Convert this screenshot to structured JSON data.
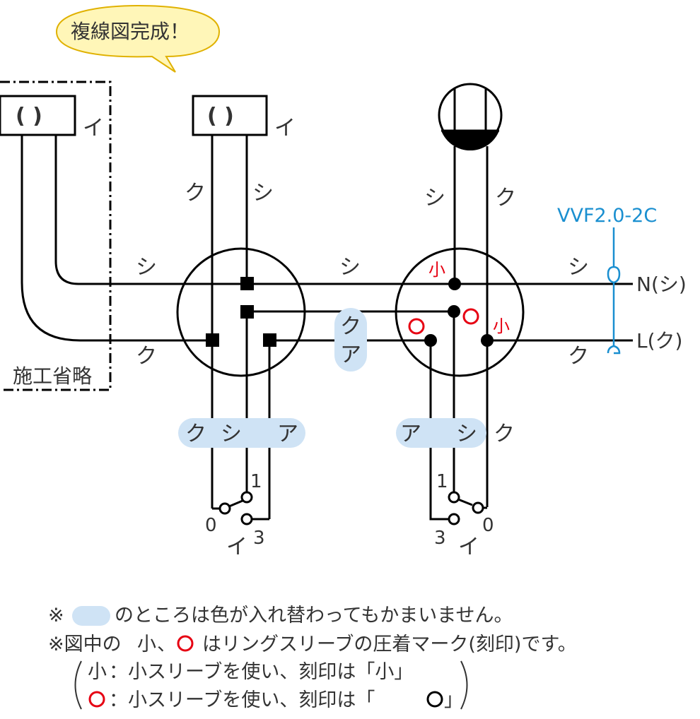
{
  "bubble": {
    "text": "複線図完成！",
    "fill": "#fff6b8",
    "stroke": "#e0b100"
  },
  "omitted_label": "施工省略",
  "lamp_left": {
    "text": "(   )",
    "id_label": "イ"
  },
  "lamp_center": {
    "text": "(   )",
    "id_label": "イ"
  },
  "wire_colors": {
    "ku_left_top": "ク",
    "shi_left_top": "シ",
    "shi_outlet": "シ",
    "ku_outlet": "ク",
    "shi_left": "シ",
    "ku_left": "ク",
    "shi_middle": "シ",
    "ku_middle_top": "ク",
    "a_middle": "ア",
    "shi_right": "シ",
    "ku_right": "ク",
    "box1_down": [
      "ク",
      "シ",
      "ア"
    ],
    "box2_down": [
      "ア",
      "シ",
      "ク"
    ]
  },
  "cable_label": "VVF2.0-2C",
  "terminal_n": "N(シ)",
  "terminal_l": "L(ク)",
  "sleeve_small": "小",
  "switch1": {
    "t1": "1",
    "t0": "0",
    "t3": "3",
    "id": "イ"
  },
  "switch2": {
    "t1": "1",
    "t0": "0",
    "t3": "3",
    "id": "イ"
  },
  "notes": {
    "line1_pre": "※",
    "line1_post": "のところは色が入れ替わってもかまいません。",
    "line2_pre": "※図中の",
    "line2_small": "小",
    "line2_sep": "、",
    "line2_post": "はリングスリーブの圧着マーク(刻印)です。",
    "line3_small": "小",
    "line3_text": "：小スリーブを使い、刻印は「小」",
    "line4_text_a": "：小スリーブを使い、刻印は「",
    "line4_text_b": "」"
  },
  "colors": {
    "highlight": "#cfe3f5",
    "red": "#e60012",
    "blue": "#1a8fd0",
    "text": "#333333"
  }
}
